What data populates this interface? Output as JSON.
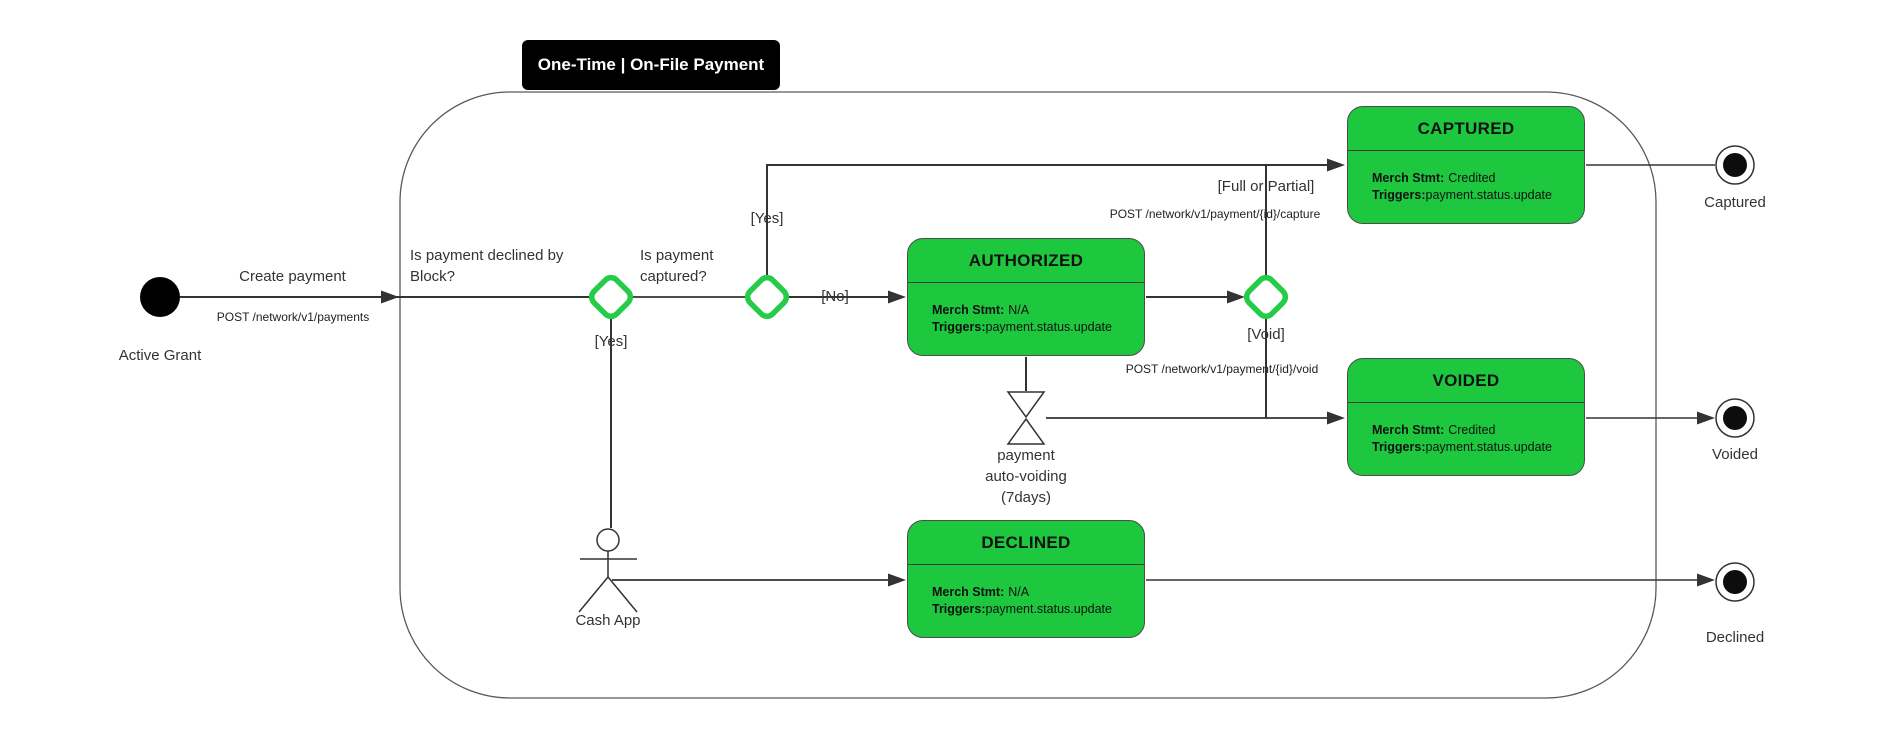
{
  "diagram": {
    "title": "One-Time | On-File Payment",
    "type_hint": "UML payment state diagram"
  },
  "start": {
    "label": "Active Grant"
  },
  "edges": {
    "create_payment": {
      "label": "Create payment",
      "api": "POST /network/v1/payments"
    },
    "declined_question": "Is payment declined by Block?",
    "captured_question": "Is payment captured?",
    "yes_below_decline": "[Yes]",
    "yes_above_capture": "[Yes]",
    "no": "[No]",
    "full_or_partial": {
      "label": "[Full or Partial]",
      "api": "POST /network/v1/payment/{id}/capture"
    },
    "void": {
      "label": "[Void]",
      "api": "POST /network/v1/payment/{id}/void"
    }
  },
  "auto_voiding": {
    "lines": [
      "payment",
      "auto-voiding",
      "(7days)"
    ]
  },
  "actor": {
    "label": "Cash App"
  },
  "states": {
    "authorized": {
      "name": "AUTHORIZED",
      "merch_label": "Merch Stmt:",
      "merch_value": "N/A",
      "triggers_label": "Triggers:",
      "triggers_value": "payment.status.update"
    },
    "captured": {
      "name": "CAPTURED",
      "merch_label": "Merch Stmt:",
      "merch_value": "Credited",
      "triggers_label": "Triggers:",
      "triggers_value": "payment.status.update"
    },
    "voided": {
      "name": "VOIDED",
      "merch_label": "Merch Stmt:",
      "merch_value": "Credited",
      "triggers_label": "Triggers:",
      "triggers_value": "payment.status.update"
    },
    "declined": {
      "name": "DECLINED",
      "merch_label": "Merch Stmt:",
      "merch_value": "N/A",
      "triggers_label": "Triggers:",
      "triggers_value": "payment.status.update"
    }
  },
  "end_nodes": {
    "captured": "Captured",
    "voided": "Voided",
    "declined": "Declined"
  },
  "colors": {
    "state_fill_green": "#1dc83e",
    "decision_stroke_green": "#24cc47",
    "title_bar_black": "#000000",
    "line_dark": "#333333",
    "container_gray": "#595959"
  }
}
